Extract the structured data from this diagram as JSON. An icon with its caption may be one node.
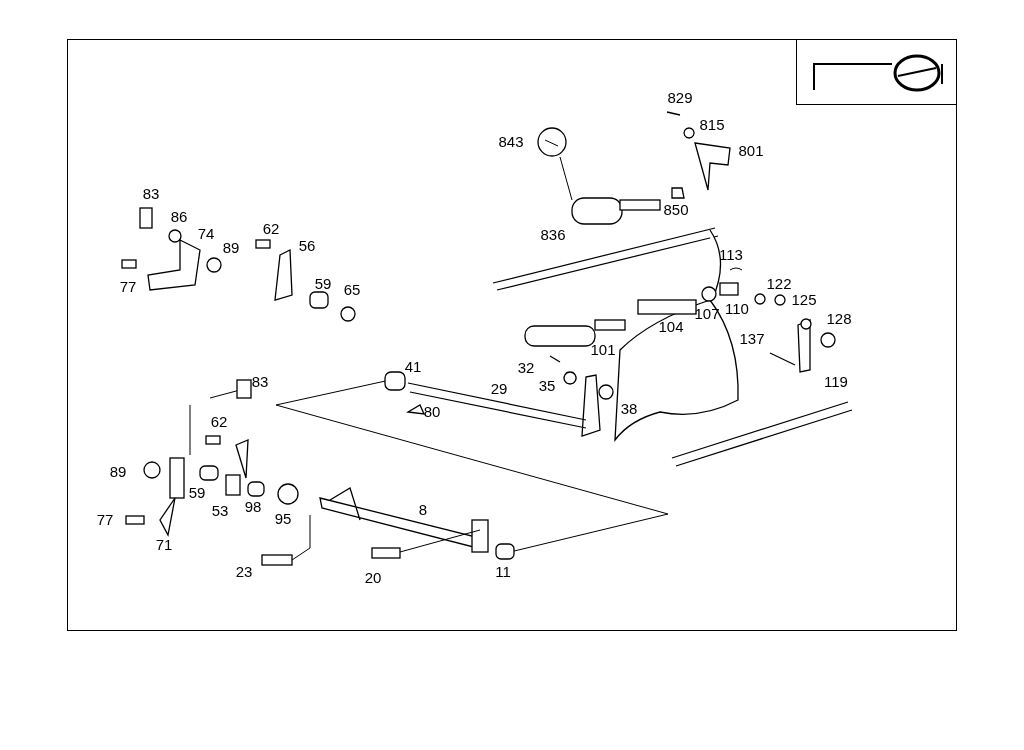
{
  "diagram": {
    "labels": [
      "829",
      "815",
      "843",
      "801",
      "83",
      "86",
      "850",
      "74",
      "836",
      "89",
      "62",
      "56",
      "113",
      "77",
      "59",
      "65",
      "122",
      "125",
      "107",
      "110",
      "128",
      "104",
      "137",
      "101",
      "32",
      "41",
      "83",
      "35",
      "29",
      "119",
      "38",
      "80",
      "62",
      "89",
      "59",
      "53",
      "98",
      "95",
      "77",
      "8",
      "71",
      "23",
      "20",
      "11"
    ]
  }
}
